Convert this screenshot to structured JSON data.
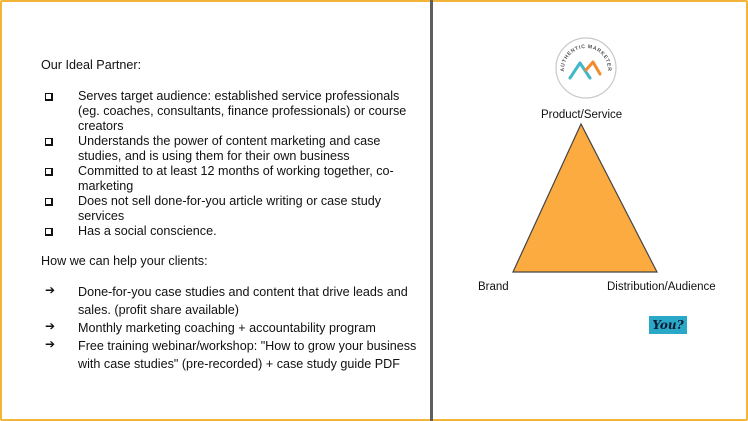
{
  "left": {
    "partner_heading": "Our Ideal Partner:",
    "partner_items": [
      "Serves target audience: established service professionals (eg. coaches, consultants, finance professionals) or course creators",
      "Understands the power of content marketing and case studies, and is using them for their own business",
      "Committed to at least 12 months of working together, co-marketing",
      "Does not sell done-for-you article writing or case study services",
      "Has a social conscience."
    ],
    "help_heading": "How we can help your clients:",
    "help_items": [
      "Done-for-you case studies and content that drive leads and sales. (profit share available)",
      "Monthly marketing coaching + accountability program",
      "Free training webinar/workshop: \"How to grow your business with case studies\" (pre-recorded) + case study guide PDF"
    ]
  },
  "right": {
    "logo_text": "AUTHENTIC MARKETER",
    "triangle_top_label": "Product/Service",
    "triangle_left_label": "Brand",
    "triangle_right_label": "Distribution/Audience",
    "badge_text": "You?"
  },
  "colors": {
    "border": "#f2b53a",
    "triangle_fill": "#fbab3f",
    "triangle_stroke": "#444444",
    "badge_bg": "#2aa8c8",
    "logo_teal": "#3fb8c9",
    "logo_orange": "#f28b2e"
  }
}
